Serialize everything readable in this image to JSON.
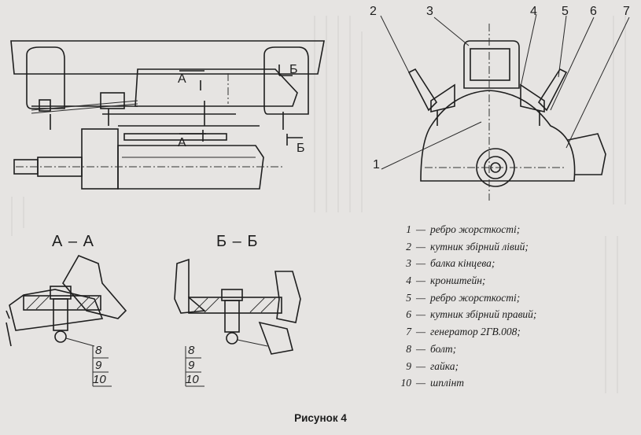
{
  "callouts": [
    "2",
    "3",
    "4",
    "5",
    "6",
    "7",
    "1"
  ],
  "sections": {
    "aa_title": "А – А",
    "bb_title": "Б – Б",
    "marker_a": "А",
    "marker_b": "Б"
  },
  "detail_callouts": {
    "left": [
      "8",
      "9",
      "10"
    ],
    "right": [
      "8",
      "9",
      "10"
    ]
  },
  "legend": [
    {
      "num": "1",
      "text": "ребро жорсткості;"
    },
    {
      "num": "2",
      "text": "кутник збірний лівий;"
    },
    {
      "num": "3",
      "text": "балка кінцева;"
    },
    {
      "num": "4",
      "text": "кронштейн;"
    },
    {
      "num": "5",
      "text": "ребро жорсткості;"
    },
    {
      "num": "6",
      "text": "кутник збірний правий;"
    },
    {
      "num": "7",
      "text": "генератор 2ГВ.008;"
    },
    {
      "num": "8",
      "text": "болт;"
    },
    {
      "num": "9",
      "text": "гайка;"
    },
    {
      "num": "10",
      "text": "шплінт"
    }
  ],
  "legend_dash": "—",
  "caption": "Рисунок 4"
}
